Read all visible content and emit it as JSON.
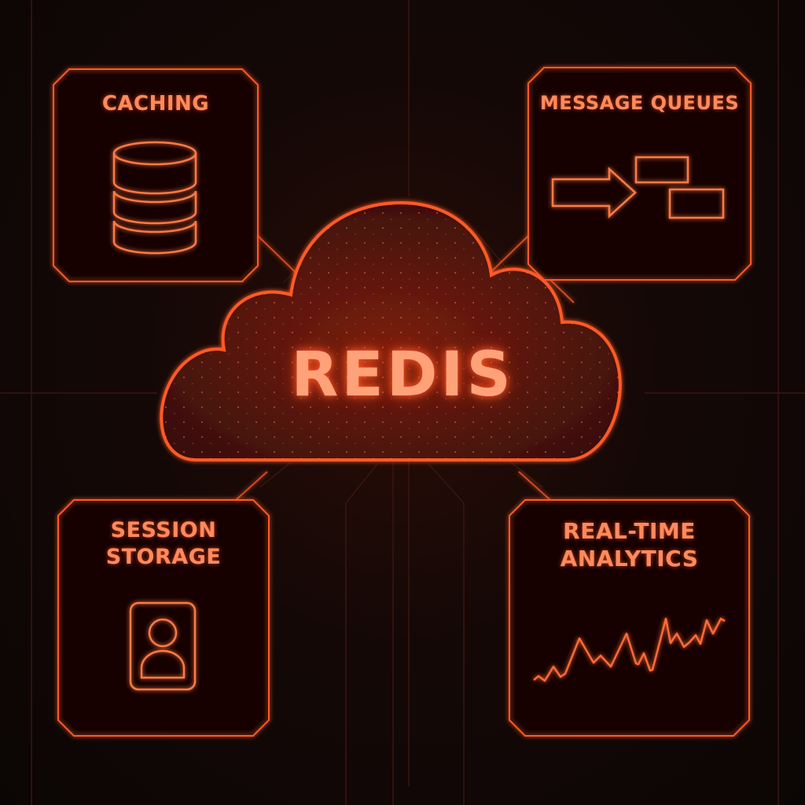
{
  "center": {
    "title": "REDIS"
  },
  "panels": [
    {
      "label": "CACHING",
      "icon": "database-icon"
    },
    {
      "label": "MESSAGE QUEUES",
      "icon": "queue-icon"
    },
    {
      "label_line1": "SESSION",
      "label_line2": "STORAGE",
      "icon": "user-icon"
    },
    {
      "label_line1": "REAL-TIME",
      "label_line2": "ANALYTICS",
      "icon": "line-chart-icon"
    }
  ],
  "colors": {
    "accent": "#ff5a28",
    "text": "#ff8a5c",
    "background": "#0d0706"
  }
}
